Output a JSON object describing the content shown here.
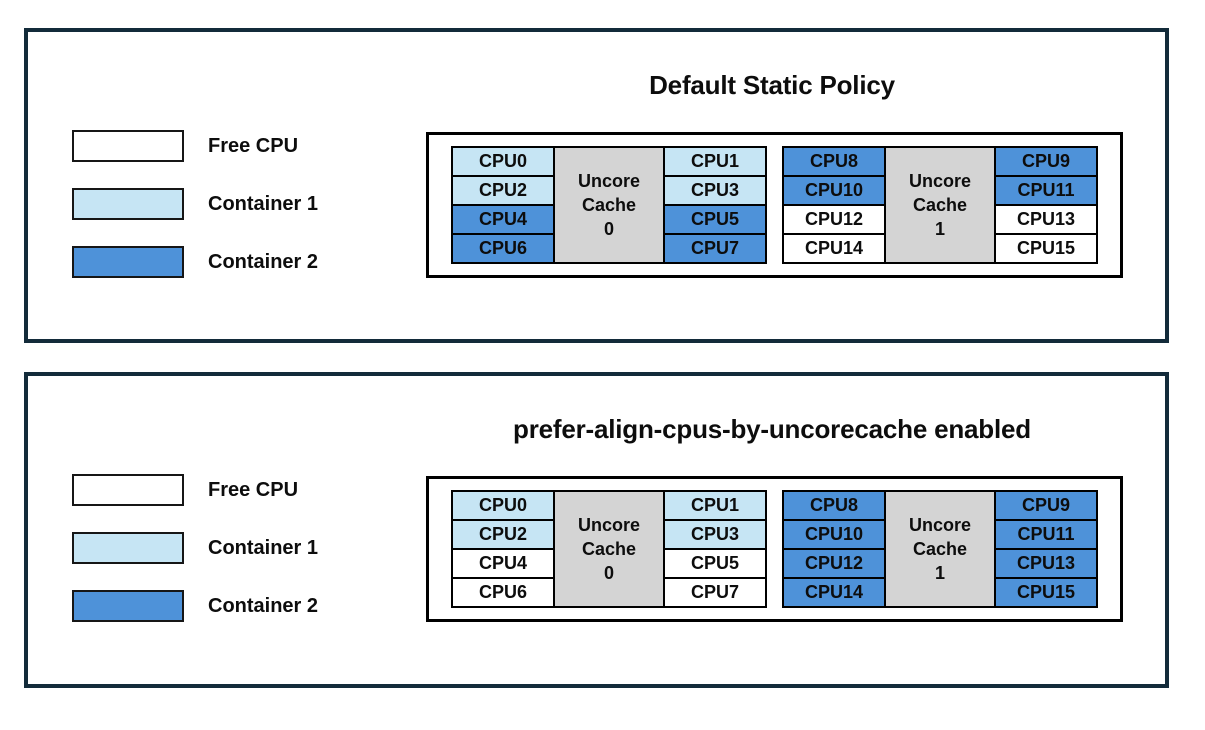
{
  "colors": {
    "free": "#ffffff",
    "container1": "#c6e5f4",
    "container2": "#4e92d9",
    "cache": "#d4d4d4",
    "panel-border": "#132b3a"
  },
  "legend": {
    "items": [
      {
        "label": "Free CPU",
        "type": "free"
      },
      {
        "label": "Container 1",
        "type": "container1"
      },
      {
        "label": "Container 2",
        "type": "container2"
      }
    ]
  },
  "panels": [
    {
      "title": "Default Static Policy",
      "groups": [
        {
          "cache": {
            "lines": [
              "Uncore",
              "Cache",
              "0"
            ]
          },
          "left_cpus": [
            {
              "label": "CPU0",
              "owner": "container1"
            },
            {
              "label": "CPU2",
              "owner": "container1"
            },
            {
              "label": "CPU4",
              "owner": "container2"
            },
            {
              "label": "CPU6",
              "owner": "container2"
            }
          ],
          "right_cpus": [
            {
              "label": "CPU1",
              "owner": "container1"
            },
            {
              "label": "CPU3",
              "owner": "container1"
            },
            {
              "label": "CPU5",
              "owner": "container2"
            },
            {
              "label": "CPU7",
              "owner": "container2"
            }
          ]
        },
        {
          "cache": {
            "lines": [
              "Uncore",
              "Cache",
              "1"
            ]
          },
          "left_cpus": [
            {
              "label": "CPU8",
              "owner": "container2"
            },
            {
              "label": "CPU10",
              "owner": "container2"
            },
            {
              "label": "CPU12",
              "owner": "free"
            },
            {
              "label": "CPU14",
              "owner": "free"
            }
          ],
          "right_cpus": [
            {
              "label": "CPU9",
              "owner": "container2"
            },
            {
              "label": "CPU11",
              "owner": "container2"
            },
            {
              "label": "CPU13",
              "owner": "free"
            },
            {
              "label": "CPU15",
              "owner": "free"
            }
          ]
        }
      ]
    },
    {
      "title": "prefer-align-cpus-by-uncorecache enabled",
      "groups": [
        {
          "cache": {
            "lines": [
              "Uncore",
              "Cache",
              "0"
            ]
          },
          "left_cpus": [
            {
              "label": "CPU0",
              "owner": "container1"
            },
            {
              "label": "CPU2",
              "owner": "container1"
            },
            {
              "label": "CPU4",
              "owner": "free"
            },
            {
              "label": "CPU6",
              "owner": "free"
            }
          ],
          "right_cpus": [
            {
              "label": "CPU1",
              "owner": "container1"
            },
            {
              "label": "CPU3",
              "owner": "container1"
            },
            {
              "label": "CPU5",
              "owner": "free"
            },
            {
              "label": "CPU7",
              "owner": "free"
            }
          ]
        },
        {
          "cache": {
            "lines": [
              "Uncore",
              "Cache",
              "1"
            ]
          },
          "left_cpus": [
            {
              "label": "CPU8",
              "owner": "container2"
            },
            {
              "label": "CPU10",
              "owner": "container2"
            },
            {
              "label": "CPU12",
              "owner": "container2"
            },
            {
              "label": "CPU14",
              "owner": "container2"
            }
          ],
          "right_cpus": [
            {
              "label": "CPU9",
              "owner": "container2"
            },
            {
              "label": "CPU11",
              "owner": "container2"
            },
            {
              "label": "CPU13",
              "owner": "container2"
            },
            {
              "label": "CPU15",
              "owner": "container2"
            }
          ]
        }
      ]
    }
  ]
}
